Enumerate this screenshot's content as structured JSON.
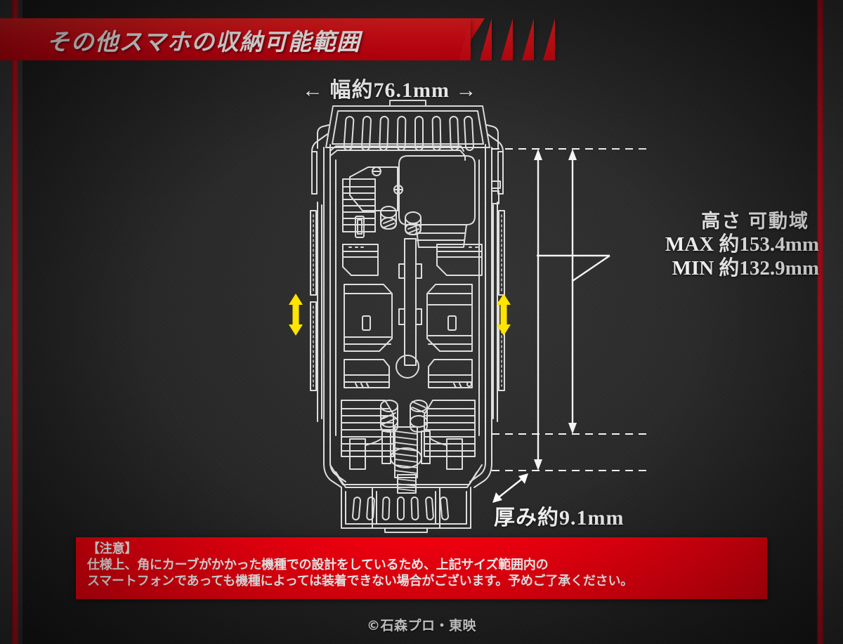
{
  "page": {
    "background_color": "#2b2b2b",
    "accent_red": "#e00a16",
    "rail_red": "#a81420",
    "line_color": "#ffffff",
    "arrow_yellow": "#ffe400"
  },
  "header": {
    "title": "その他スマホの収納可能範囲",
    "stripe_count": 5
  },
  "dimensions": {
    "width_label": "← 幅約76.1mm →",
    "width_value": "76.1mm",
    "height_title": "高さ 可動域",
    "height_max_label": "MAX",
    "height_max_value": "約153.4mm",
    "height_min_label": "MIN",
    "height_min_value": "約132.9mm",
    "height_max_line": "MAX  約153.4mm",
    "height_min_line": "MIN   約132.9mm",
    "thickness_label": "厚み約9.1mm",
    "thickness_value": "9.1mm"
  },
  "drawing": {
    "name": "smartphone-case-blueprint",
    "adjust_arrow_left": "vertical-adjust-arrow",
    "adjust_arrow_right": "vertical-adjust-arrow"
  },
  "notice": {
    "heading": "【注意】",
    "line1": "仕様上、角にカーブがかかった機種での設計をしているため、上記サイズ範囲内の",
    "line2": "スマートフォンであっても機種によっては装着できない場合がございます。予めご了承ください。"
  },
  "footer": {
    "copyright": "©石森プロ・東映"
  }
}
